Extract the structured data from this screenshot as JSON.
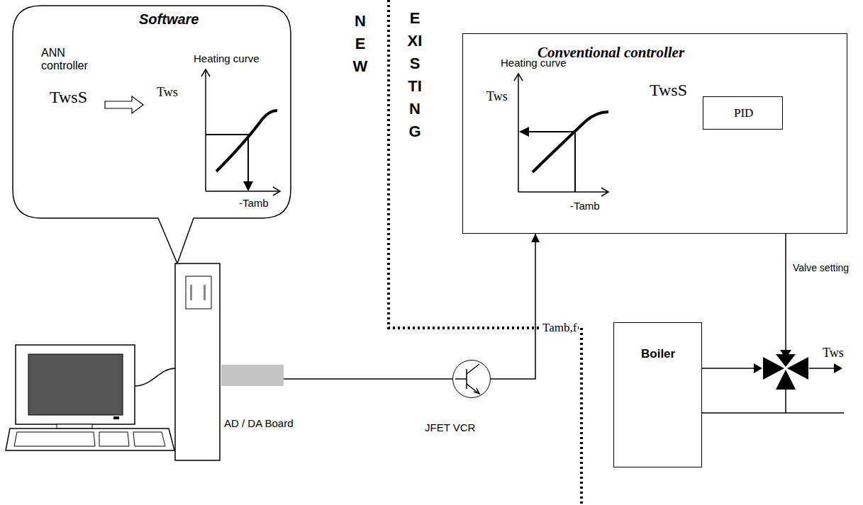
{
  "diagram": {
    "nodes": [
      {
        "text": [
          "Software",
          "ANN controller",
          "TwsS"
        ]
      },
      {
        "text": [
          "Heating curve",
          "Tws",
          "-Tamb"
        ],
        "in": 0
      },
      {
        "text": [
          "Conventional controller"
        ]
      },
      {
        "text": [
          "Heating curve",
          "Tws",
          "-Tamb"
        ],
        "in": 2
      },
      {
        "text": [
          "PID"
        ],
        "in": 2
      },
      {
        "text": [
          "AD / DA Board"
        ]
      },
      {
        "text": [
          "JFET VCR"
        ]
      },
      {
        "text": [
          "Boiler"
        ]
      }
    ],
    "edges": [
      {
        "from": 5,
        "to": 6,
        "arrow": "none"
      },
      {
        "from": 6,
        "to": 2,
        "arrow": "to",
        "label": "Tamb,f"
      },
      {
        "from": 3,
        "to": 4,
        "arrow": "to",
        "label": "TwsS"
      }
    ],
    "labels": [
      "NEW",
      "EXISTING",
      "Valve setting",
      "Tws"
    ]
  }
}
